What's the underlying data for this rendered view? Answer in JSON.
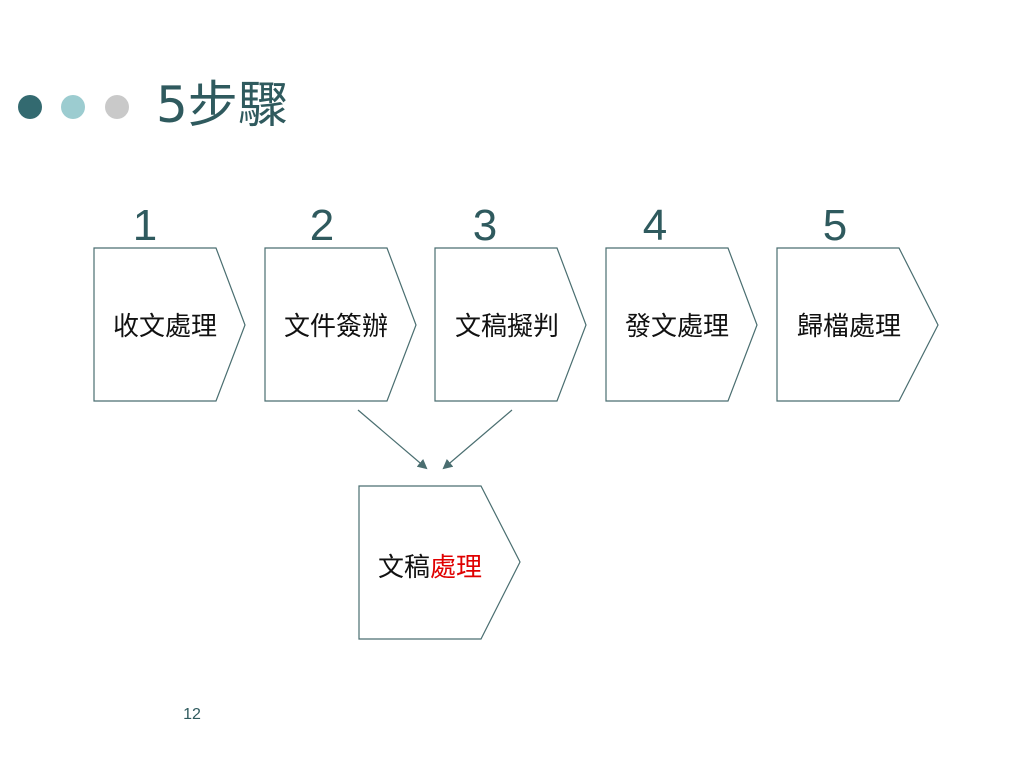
{
  "slide": {
    "title": "5步驟",
    "page_number": "12",
    "colors": {
      "title": "#2f5a5e",
      "dot_dark": "#336a70",
      "dot_mid": "#9cccd0",
      "dot_light": "#c9c9c9",
      "box_border": "#4a6e70",
      "highlight": "#e00000"
    }
  },
  "steps": [
    {
      "number": "1",
      "label": "收文處理"
    },
    {
      "number": "2",
      "label": "文件簽辦"
    },
    {
      "number": "3",
      "label": "文稿擬判"
    },
    {
      "number": "4",
      "label": "發文處理"
    },
    {
      "number": "5",
      "label": "歸檔處理"
    }
  ],
  "sub_step": {
    "label_prefix": "文稿",
    "label_highlight": "處理"
  }
}
